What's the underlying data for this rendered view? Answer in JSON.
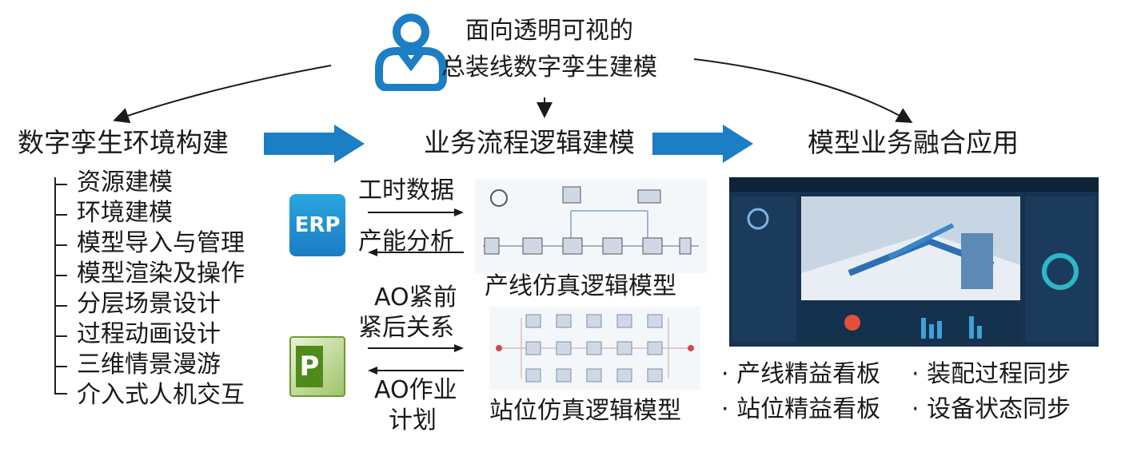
{
  "title": {
    "line1": "面向透明可视的",
    "line2": "总装线数字孪生建模"
  },
  "stages": [
    "数字孪生环境构建",
    "业务流程逻辑建模",
    "模型业务融合应用"
  ],
  "env_items": [
    "资源建模",
    "环境建模",
    "模型导入与管理",
    "模型渲染及操作",
    "分层场景设计",
    "过程动画设计",
    "三维情景漫游",
    "介入式人机交互"
  ],
  "erp": {
    "logo": "ERP",
    "top_label": "工时数据",
    "bottom_label": "产能分析"
  },
  "project": {
    "logo": "P",
    "top_label": "AO紧前\n紧后关系",
    "top_l1": "AO紧前",
    "top_l2": "紧后关系",
    "bottom_l1": "AO作业",
    "bottom_l2": "计划"
  },
  "models": [
    "产线仿真逻辑模型",
    "站位仿真逻辑模型"
  ],
  "apps": [
    "· 产线精益看板",
    "· 装配过程同步",
    "· 站位精益看板",
    "· 设备状态同步"
  ],
  "colors": {
    "accent": "#1c7ec4",
    "person_icon": "#1c7ec4"
  },
  "icons": [
    "person-icon",
    "erp-logo",
    "project-logo"
  ]
}
